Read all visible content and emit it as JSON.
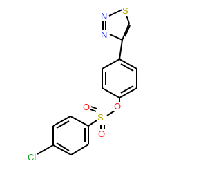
{
  "molecule": {
    "atoms": {
      "s_thiadiazole": {
        "text": "S",
        "color": "#b8a800"
      },
      "n_upper": {
        "text": "N",
        "color": "#2a3aff"
      },
      "n_lower": {
        "text": "N",
        "color": "#2a3aff"
      },
      "o_ester": {
        "text": "O",
        "color": "#ff1a1a"
      },
      "s_sulfonyl": {
        "text": "S",
        "color": "#b8a800"
      },
      "o_sulfonyl_left": {
        "text": "O",
        "color": "#ff1a1a"
      },
      "o_sulfonyl_bottom": {
        "text": "O",
        "color": "#ff1a1a"
      },
      "cl": {
        "text": "Cl",
        "color": "#1aa31a"
      }
    }
  }
}
